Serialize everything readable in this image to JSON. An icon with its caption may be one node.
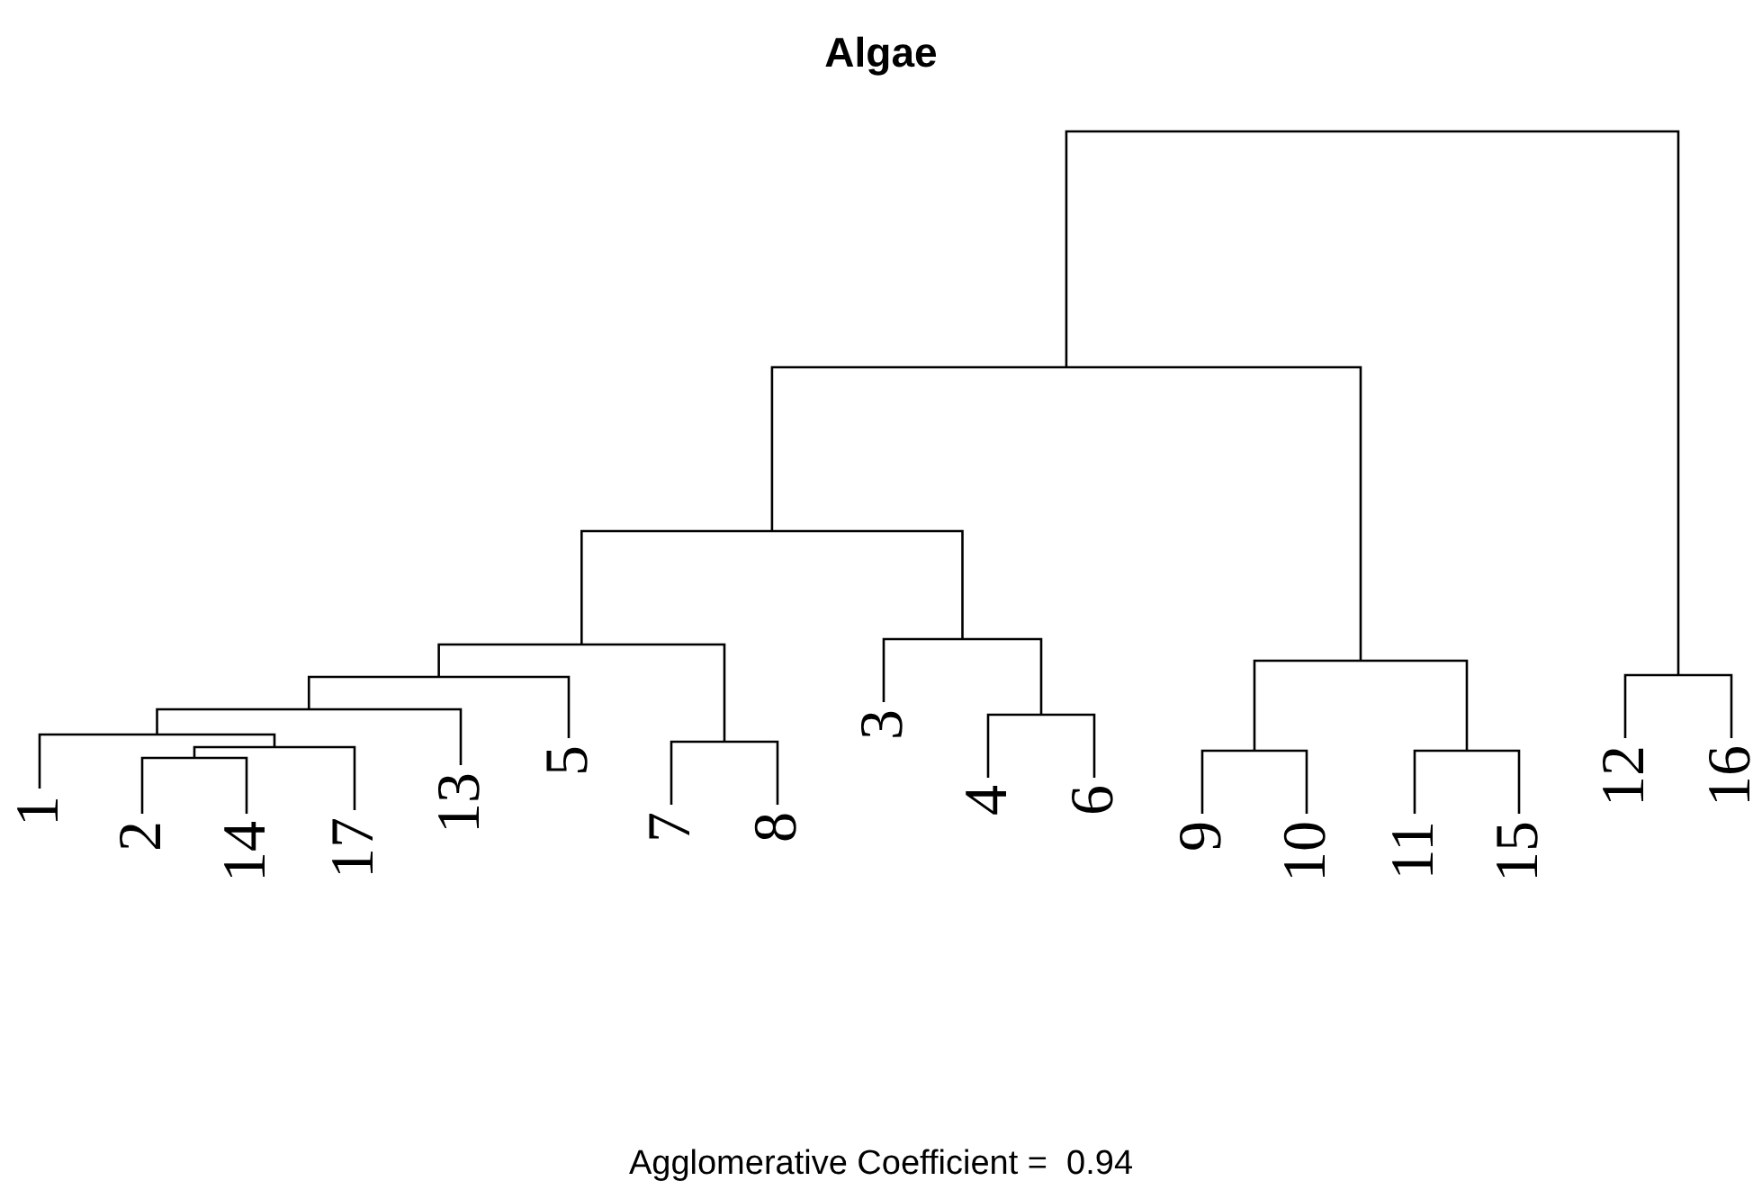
{
  "diagram": {
    "title": "Algae",
    "caption": "Agglomerative Coefficient =  0.94",
    "labels": [
      "1",
      "2",
      "14",
      "17",
      "13",
      "5",
      "7",
      "8",
      "3",
      "4",
      "6",
      "9",
      "10",
      "11",
      "15",
      "12",
      "16"
    ]
  }
}
